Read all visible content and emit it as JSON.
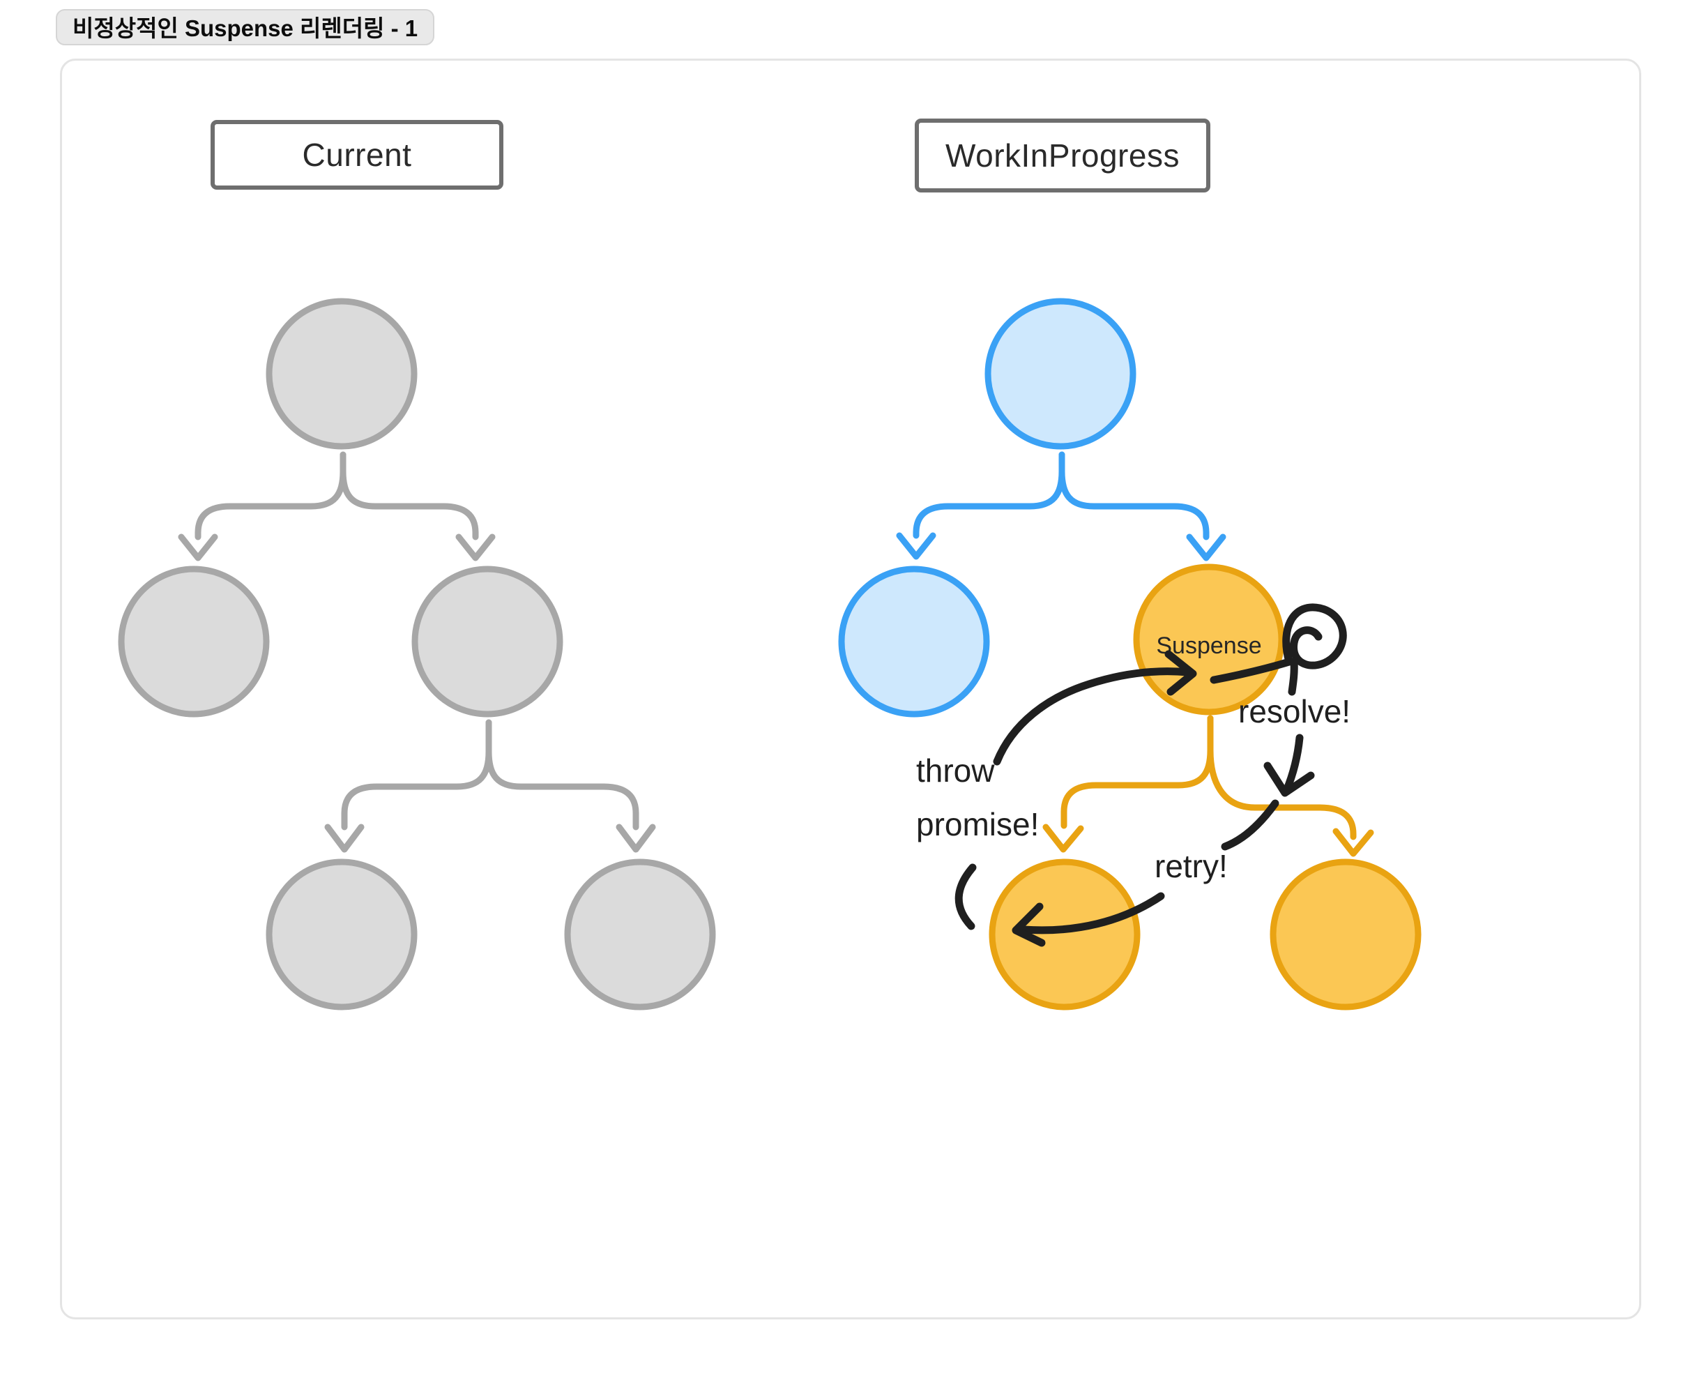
{
  "page": {
    "title_badge": "비정상적인 Suspense 리렌더링 - 1"
  },
  "diagram": {
    "left_tree_label": "Current",
    "right_tree_label": "WorkInProgress",
    "suspense_node_label": "Suspense",
    "annotations": {
      "throw_line1": "throw",
      "throw_line2": "promise!",
      "resolve": "resolve!",
      "retry": "retry!"
    },
    "colors": {
      "current_tree_stroke": "#a7a7a7",
      "current_tree_fill": "#dbdbdb",
      "wip_done_stroke": "#3aa1f5",
      "wip_done_fill": "#cee8fd",
      "wip_pending_stroke": "#e9a312",
      "wip_pending_fill": "#fbc754",
      "annotation_ink": "#1f1f1f"
    }
  }
}
